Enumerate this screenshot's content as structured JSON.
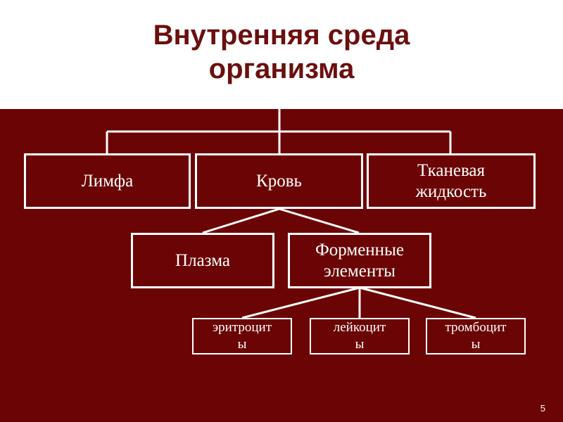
{
  "slide": {
    "title_line1": "Внутренняя среда",
    "title_line2": "организма",
    "page_number": "5"
  },
  "diagram": {
    "level1": {
      "lymph": "Лимфа",
      "blood": "Кровь",
      "tissue_fluid_line1": "Тканевая",
      "tissue_fluid_line2": "жидкость"
    },
    "level2": {
      "plasma": "Плазма",
      "formed_elements_line1": "Форменные",
      "formed_elements_line2": "элементы"
    },
    "level3": {
      "erythrocytes_line1": "эритроцит",
      "erythrocytes_line2": "ы",
      "leukocytes_line1": "лейкоцит",
      "leukocytes_line2": "ы",
      "thrombocytes_line1": "тромбоцит",
      "thrombocytes_line2": "ы"
    }
  },
  "colors": {
    "title": "#6b0f0f",
    "panel": "#6b0505",
    "stroke": "#ffffff"
  }
}
